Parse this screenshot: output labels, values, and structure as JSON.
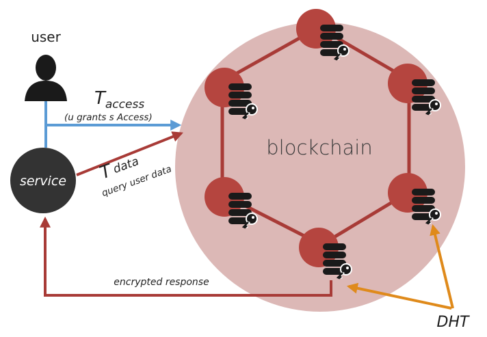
{
  "labels": {
    "user": "user",
    "service": "service",
    "blockchain": "blockchain",
    "t_access_main": "T",
    "t_access_sub": "access",
    "t_access_note": "(u grants s Access)",
    "t_data_main": "T",
    "t_data_sub": "data",
    "t_data_note": "query user data",
    "encrypted_response": "encrypted response",
    "dht": "DHT"
  },
  "icons": {
    "user": "user-silhouette-icon",
    "node": "database-key-icon"
  },
  "colors": {
    "blockchain_fill": "#dcb8b6",
    "node_red": "#b5453f",
    "ring_red": "#a83b37",
    "service_fill": "#333333",
    "blue_arrow": "#5b9bd5",
    "dht_orange": "#df8a1b",
    "icon_dark": "#1a1a1a"
  }
}
